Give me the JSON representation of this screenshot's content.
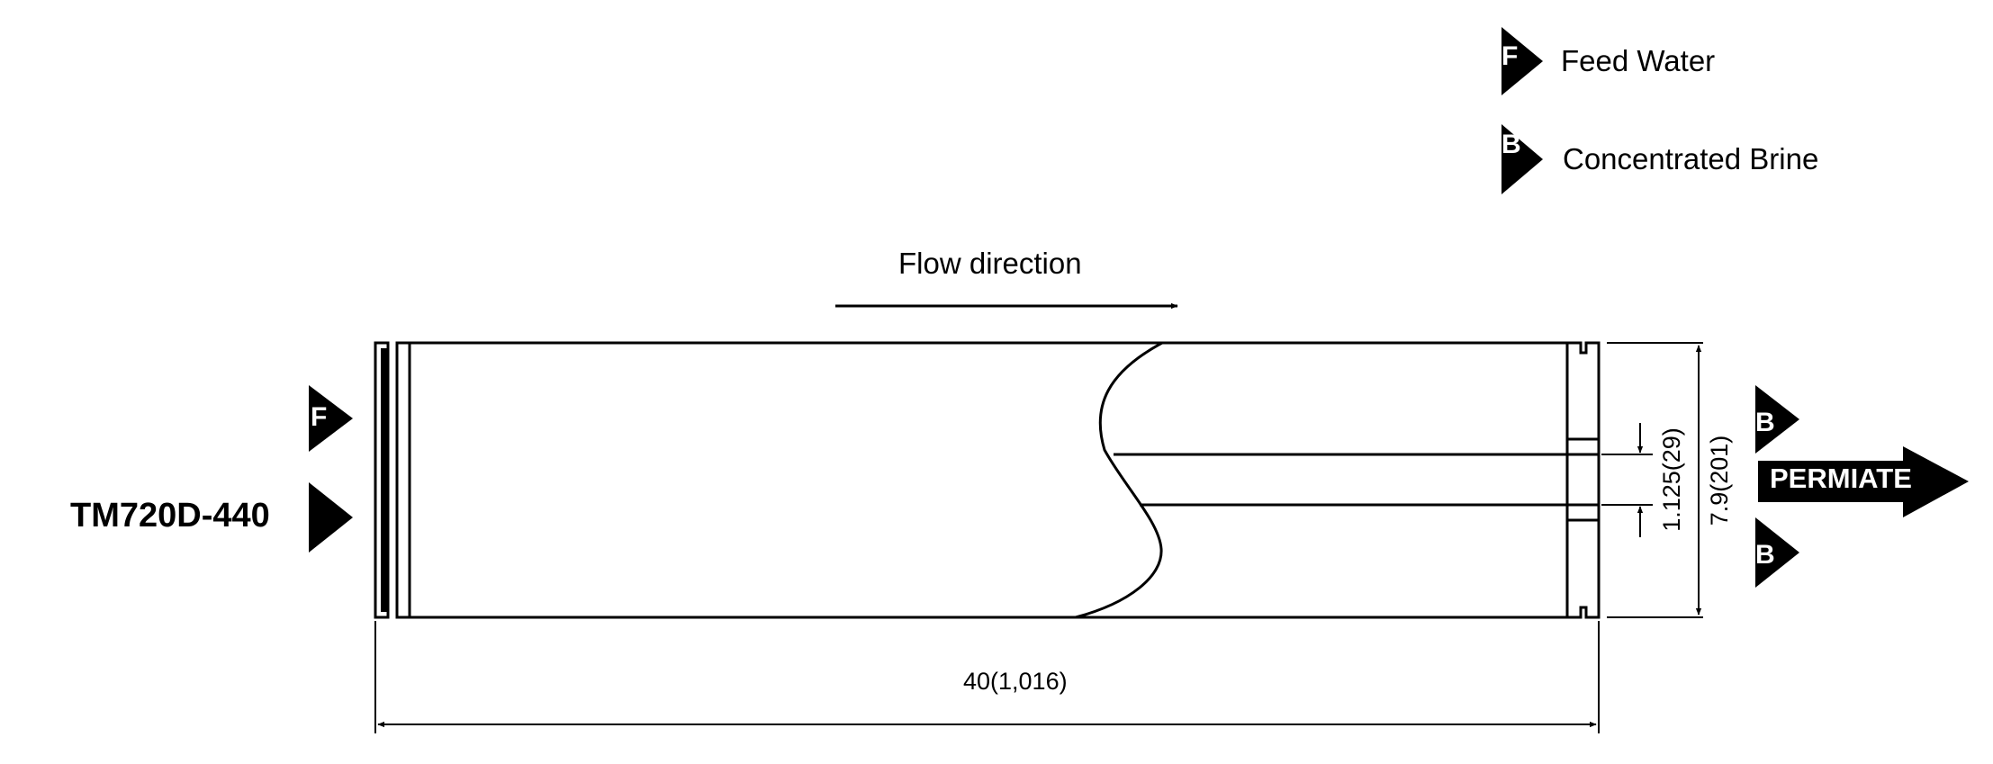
{
  "legend": {
    "feed": {
      "marker": "F",
      "label": "Feed Water"
    },
    "brine": {
      "marker": "B",
      "label": "Concentrated Brine"
    }
  },
  "flow": {
    "label": "Flow direction"
  },
  "model": {
    "label": "TM720D-440"
  },
  "inlet": {
    "feed_marker": "F"
  },
  "outlet": {
    "brine_marker_top": "B",
    "brine_marker_bottom": "B",
    "permeate_label": "PERMIATE"
  },
  "dimensions": {
    "length": "40(1,016)",
    "diameter": "7.9(201)",
    "permeate_tube": "1.125(29)"
  },
  "colors": {
    "ink": "#000000",
    "paper": "#ffffff"
  }
}
